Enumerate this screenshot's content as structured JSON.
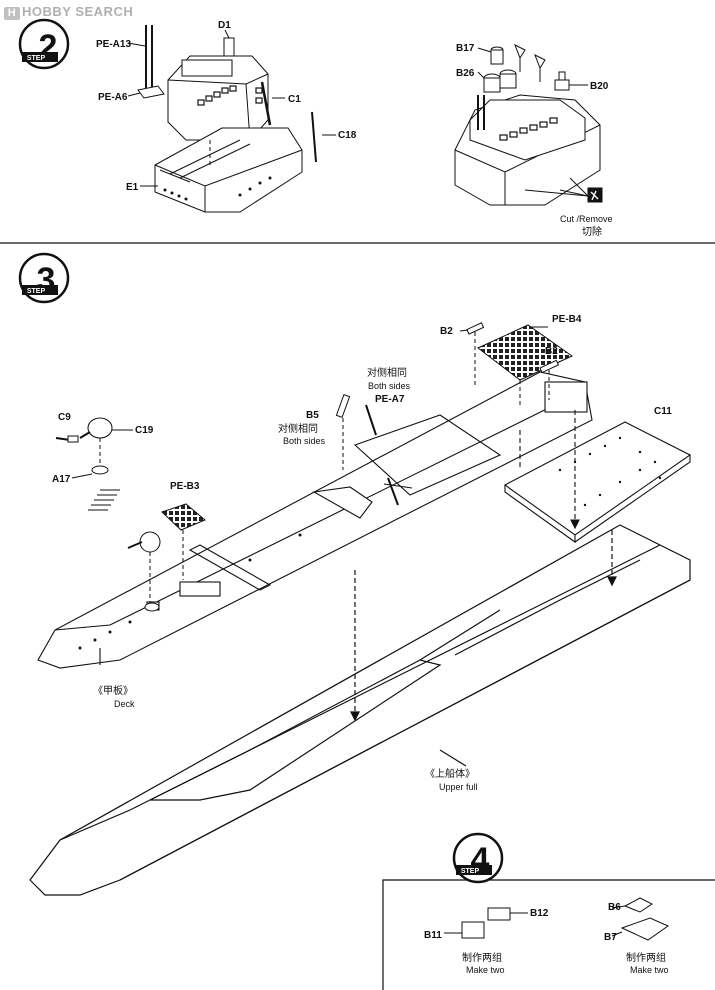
{
  "watermark": "HOBBY SEARCH",
  "step2": {
    "number": "2",
    "word": "STEP",
    "parts": [
      "PE-A13",
      "PE-A6",
      "D1",
      "C1",
      "C18",
      "E1"
    ],
    "parts_right": [
      "B17",
      "B26",
      "B20"
    ],
    "cut_remove": "Cut /Remove",
    "cut_remove_cn": "切除"
  },
  "step3": {
    "number": "3",
    "word": "STEP",
    "parts": {
      "b2a": "B2",
      "peb4": "PE-B4",
      "b2b": "B2",
      "c11": "C11",
      "c9": "C9",
      "c19": "C19",
      "a17": "A17",
      "peb3": "PE-B3",
      "b5": "B5",
      "pea7": "PE-A7"
    },
    "both_sides_cn_1": "对侧相同",
    "both_sides_1": "Both sides",
    "both_sides_cn_2": "对侧相同",
    "both_sides_2": "Both sides",
    "deck_cn": "《甲板》",
    "deck": "Deck",
    "hull_cn": "《上船体》",
    "hull": "Upper full"
  },
  "step4": {
    "number": "4",
    "word": "STEP",
    "parts": [
      "B12",
      "B11",
      "B6",
      "B7"
    ],
    "make_two_cn_1": "制作两组",
    "make_two_1": "Make two",
    "make_two_cn_2": "制作两组",
    "make_two_2": "Make two"
  }
}
